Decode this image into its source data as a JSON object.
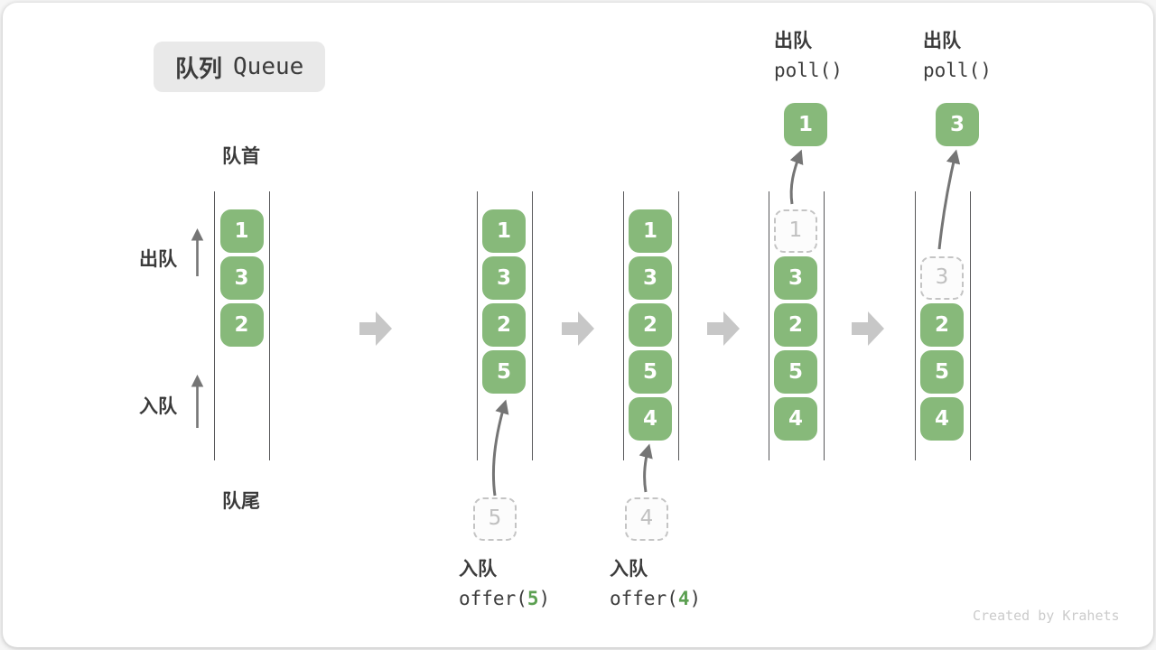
{
  "title": {
    "zh": "队列",
    "en": "Queue"
  },
  "labels": {
    "front": "队首",
    "rear": "队尾",
    "dequeue": "出队",
    "enqueue": "入队"
  },
  "watermark": "Created by Krahets",
  "colors": {
    "box_green": "#87b97a",
    "code_arg_green": "#5ca052",
    "text_dark": "#3c3c3c",
    "queue_wall": "#58585a",
    "flow_arrow_gray": "#c7c7c7",
    "thin_arrow_gray": "#757575",
    "ghost_border": "#c4c4c4",
    "ghost_text": "#c0c0c0",
    "badge_bg": "#e9e9e9",
    "watermark_gray": "#cbcbcb"
  },
  "diagram": {
    "states": [
      {
        "cells": [
          {
            "slot": 0,
            "v": "1"
          },
          {
            "slot": 1,
            "v": "3"
          },
          {
            "slot": 2,
            "v": "2"
          }
        ]
      },
      {
        "cells": [
          {
            "slot": 0,
            "v": "1"
          },
          {
            "slot": 1,
            "v": "3"
          },
          {
            "slot": 2,
            "v": "2"
          },
          {
            "slot": 3,
            "v": "5"
          }
        ],
        "op": {
          "kind": "enqueue",
          "label": "入队",
          "code": [
            {
              "t": "offer("
            },
            {
              "t": "5",
              "green": true
            },
            {
              "t": ")"
            }
          ],
          "staged_value": "5"
        }
      },
      {
        "cells": [
          {
            "slot": 0,
            "v": "1"
          },
          {
            "slot": 1,
            "v": "3"
          },
          {
            "slot": 2,
            "v": "2"
          },
          {
            "slot": 3,
            "v": "5"
          },
          {
            "slot": 4,
            "v": "4"
          }
        ],
        "op": {
          "kind": "enqueue",
          "label": "入队",
          "code": [
            {
              "t": "offer("
            },
            {
              "t": "4",
              "green": true
            },
            {
              "t": ")"
            }
          ],
          "staged_value": "4"
        }
      },
      {
        "cells": [
          {
            "slot": 0,
            "v": "1",
            "dashed": true
          },
          {
            "slot": 1,
            "v": "3"
          },
          {
            "slot": 2,
            "v": "2"
          },
          {
            "slot": 3,
            "v": "5"
          },
          {
            "slot": 4,
            "v": "4"
          }
        ],
        "op": {
          "kind": "dequeue",
          "label": "出队",
          "code": [
            {
              "t": "poll()"
            }
          ],
          "removed_value": "1"
        }
      },
      {
        "cells": [
          {
            "slot": 1,
            "v": "3",
            "dashed": true
          },
          {
            "slot": 2,
            "v": "2"
          },
          {
            "slot": 3,
            "v": "5"
          },
          {
            "slot": 4,
            "v": "4"
          }
        ],
        "op": {
          "kind": "dequeue",
          "label": "出队",
          "code": [
            {
              "t": "poll()"
            }
          ],
          "removed_value": "3"
        }
      }
    ]
  }
}
